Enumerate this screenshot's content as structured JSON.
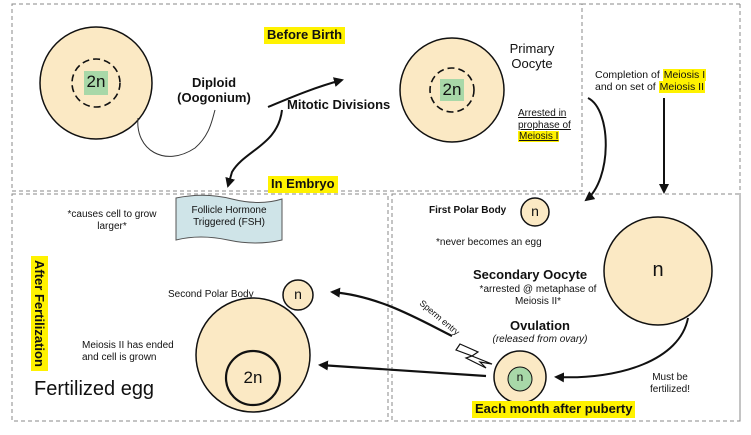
{
  "sections": {
    "before_birth": "Before Birth",
    "in_embryo": "In Embryo",
    "after_fertilization": "After Fertilization",
    "each_month": "Each month after puberty"
  },
  "cells": {
    "oogonium": {
      "ploidy": "2n",
      "label_line1": "Diploid",
      "label_line2": "(Oogonium)"
    },
    "primary_oocyte": {
      "ploidy": "2n",
      "label_line1": "Primary",
      "label_line2": "Oocyte"
    },
    "first_polar_body": {
      "ploidy": "n",
      "label": "First Polar Body",
      "note": "*never becomes an egg"
    },
    "secondary_oocyte": {
      "ploidy": "n",
      "label": "Secondary Oocyte",
      "note_line1": "*arrested @ metaphase of",
      "note_line2": "Meiosis II*"
    },
    "ovulated_cell": {
      "ploidy": "n"
    },
    "second_polar_body": {
      "ploidy": "n",
      "label": "Second Polar Body"
    },
    "fertilized_egg": {
      "ploidy": "2n",
      "label": "Fertilized egg"
    }
  },
  "annotations": {
    "mitotic_divisions": "Mitotic Divisions",
    "arrested_line1": "Arrested in",
    "arrested_line2": "prophase of",
    "arrested_hl": "Meiosis I",
    "completion_pre": "Completion of ",
    "completion_hl1": "Meiosis I",
    "completion_line2_pre": "and on set of ",
    "completion_hl2": "Meiosis II",
    "fsh_line1": "Follicle Hormone",
    "fsh_line2": "Triggered (FSH)",
    "causes_line1": "*causes cell to grow",
    "causes_line2": "larger*",
    "ovulation": "Ovulation",
    "released": "(released from ovary)",
    "sperm_entry": "Sperm entry",
    "must_line1": "Must be",
    "must_line2": "fertilized!",
    "meiosis_ended_line1": "Meiosis II has ended",
    "meiosis_ended_line2": "and cell is grown"
  },
  "colors": {
    "cell_fill": "#fbe9c4",
    "nucleus_fill": "#a8d8a8",
    "highlight": "#fff200",
    "fsh_fill": "#cfe4e8",
    "frame": "#888888"
  }
}
